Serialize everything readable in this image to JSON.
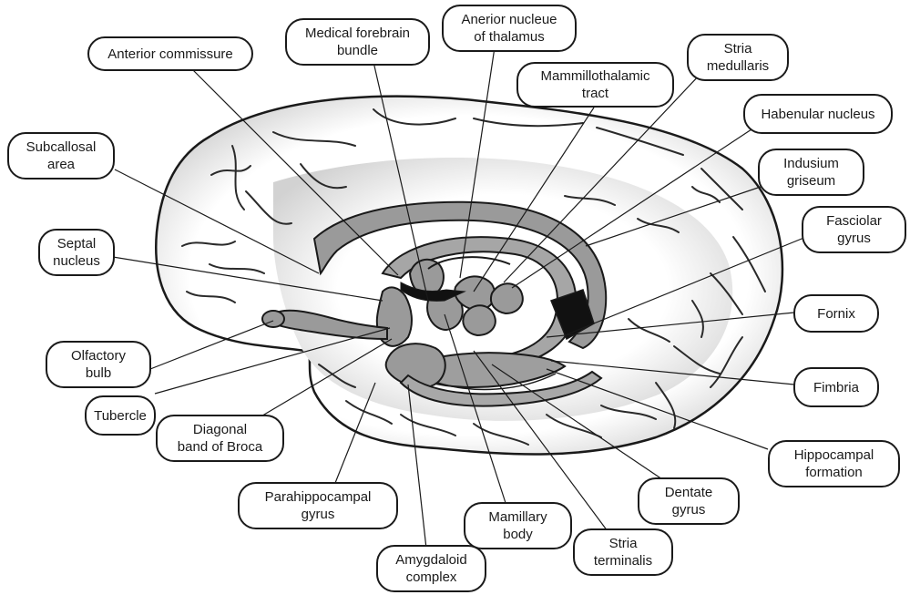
{
  "figure": {
    "labels": {
      "anterior_commissure": [
        "Anterior commissure"
      ],
      "medical_forebrain_bundle": [
        "Medical forebrain",
        "bundle"
      ],
      "anterior_nucleus_thalamus": [
        "Anerior nucleue",
        "of thalamus"
      ],
      "stria_medullaris": [
        "Stria",
        "medullaris"
      ],
      "mammillothalamic_tract": [
        "Mammillothalamic",
        "tract"
      ],
      "habenular_nucleus": [
        "Habenular nucleus"
      ],
      "subcallosal_area": [
        "Subcallosal",
        "area"
      ],
      "indusium_griseum": [
        "Indusium",
        "griseum"
      ],
      "septal_nucleus": [
        "Septal",
        "nucleus"
      ],
      "fasciolar_gyrus": [
        "Fasciolar",
        "gyrus"
      ],
      "fornix": [
        "Fornix"
      ],
      "olfactory_bulb": [
        "Olfactory",
        "bulb"
      ],
      "tubercle": [
        "Tubercle"
      ],
      "fimbria": [
        "Fimbria"
      ],
      "diagonal_band_broca": [
        "Diagonal",
        "band of Broca"
      ],
      "hippocampal_formation": [
        "Hippocampal",
        "formation"
      ],
      "dentate_gyrus": [
        "Dentate",
        "gyrus"
      ],
      "parahippocampal_gyrus": [
        "Parahippocampal",
        "gyrus"
      ],
      "mamillary_body": [
        "Mamillary",
        "body"
      ],
      "stria_terminalis": [
        "Stria",
        "terminalis"
      ],
      "amygdaloid_complex": [
        "Amygdaloid",
        "complex"
      ]
    }
  }
}
